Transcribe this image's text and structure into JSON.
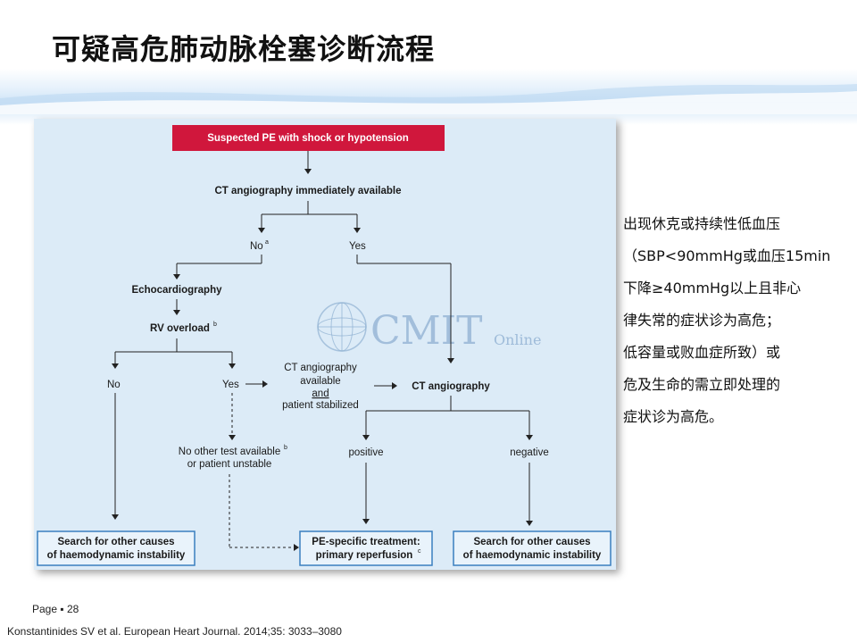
{
  "slide": {
    "title": "可疑高危肺动脉栓塞诊断流程",
    "page_label": "Page ▪ 28",
    "citation": "Konstantinides SV et al. European Heart Journal. 2014;35: 3033–3080",
    "watermark": {
      "brand": "CMIT",
      "sub": "Online",
      "icon": "globe-icon"
    }
  },
  "colors": {
    "start_box": "#d0173c",
    "figure_bg": "#dcebf7",
    "end_box_border": "#3a7fbf"
  },
  "flowchart": {
    "start": "Suspected PE with shock or hypotension",
    "ct_available": "CT angiography immediately available",
    "no": "No",
    "no_sup": "a",
    "yes": "Yes",
    "echo": "Echocardiography",
    "rv_overload": "RV overload",
    "rv_sup": "b",
    "no2": "No",
    "yes2": "Yes",
    "ct_cond_1": "CT angiography",
    "ct_cond_2": "available",
    "ct_cond_3": "and",
    "ct_cond_4": "patient stabilized",
    "ct_angio": "CT angiography",
    "no_other_1": "No other test available",
    "no_other_sup": "b",
    "no_other_2": "or patient unstable",
    "positive": "positive",
    "negative": "negative",
    "end_left_1": "Search for other causes",
    "end_left_2": "of haemodynamic instability",
    "end_mid_1": "PE-specific treatment:",
    "end_mid_2": "primary reperfusion",
    "end_mid_sup": "c",
    "end_right_1": "Search for other causes",
    "end_right_2": "of haemodynamic instability"
  },
  "side_note": {
    "lines": [
      "出现休克或持续性低血压",
      "（SBP<90mmHg或血压15min",
      "下降≥40mmHg以上且非心",
      "律失常的症状诊为高危；",
      "低容量或败血症所致）或",
      "危及生命的需立即处理的",
      "症状诊为高危。"
    ]
  }
}
